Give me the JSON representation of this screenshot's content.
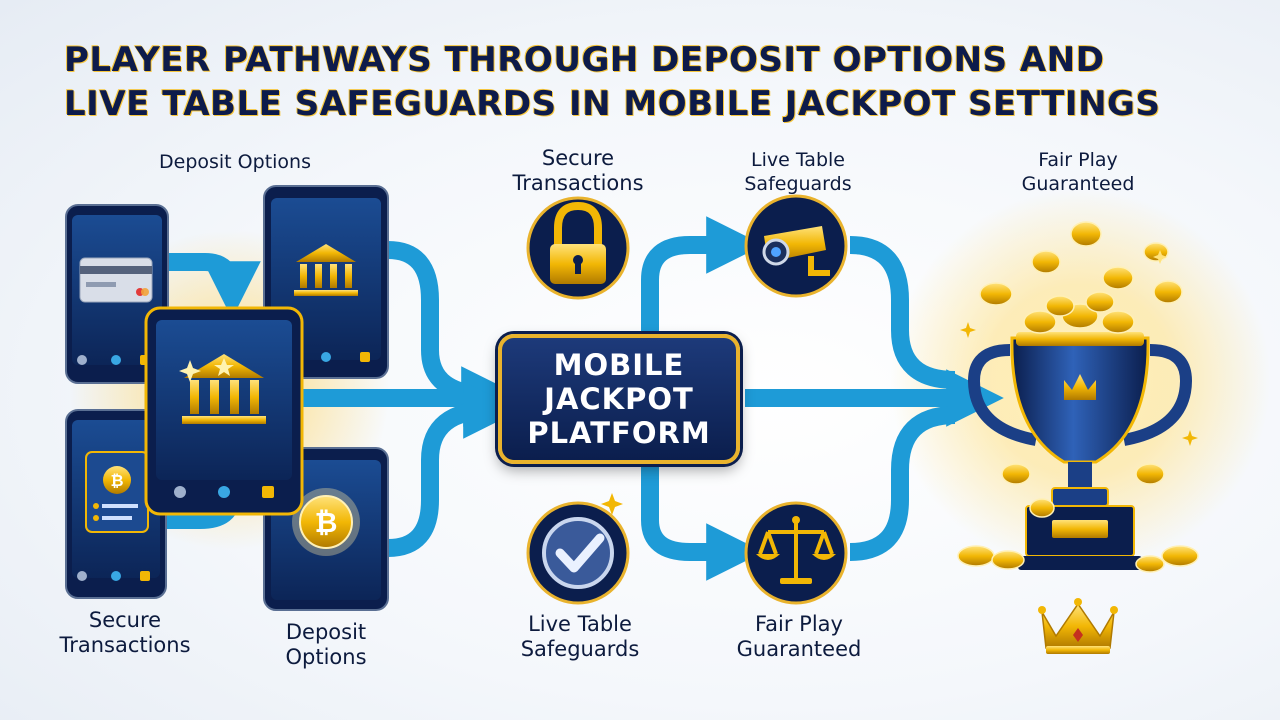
{
  "title": {
    "line1": "PLAYER PATHWAYS THROUGH DEPOSIT OPTIONS AND",
    "line2": "LIVE TABLE SAFEGUARDS IN MOBILE JACKPOT SETTINGS"
  },
  "labels": {
    "deposit_options_top": "Deposit Options",
    "secure_top": [
      "Secure",
      "Transactions"
    ],
    "live_top": [
      "Live Table",
      "Safeguards"
    ],
    "fair_top": [
      "Fair Play",
      "Guaranteed"
    ],
    "secure_bottom": [
      "Secure",
      "Transactions"
    ],
    "deposit_bottom": [
      "Deposit",
      "Options"
    ],
    "live_bottom": [
      "Live Table",
      "Safeguards"
    ],
    "fair_bottom": [
      "Fair Play",
      "Guaranteed"
    ]
  },
  "center": {
    "line1": "MOBILE",
    "line2": "JACKPOT",
    "line3": "PLATFORM"
  },
  "icons": {
    "phone_card": "credit-card-icon",
    "phone_bank_right": "bank-icon",
    "tablet_bank": "bank-icon",
    "phone_btc_doc": "bitcoin-document-icon",
    "phone_btc": "bitcoin-coin-icon",
    "lock": "padlock-icon",
    "check": "checkmark-shield-icon",
    "camera": "security-camera-icon",
    "scales": "balance-scale-icon",
    "trophy": "trophy-icon",
    "crown": "crown-icon"
  },
  "colors": {
    "navy": "#0b1e4d",
    "gold": "#e9b32d",
    "arrow_blue": "#1e9bd7",
    "screen_blue": "#123a7a"
  }
}
